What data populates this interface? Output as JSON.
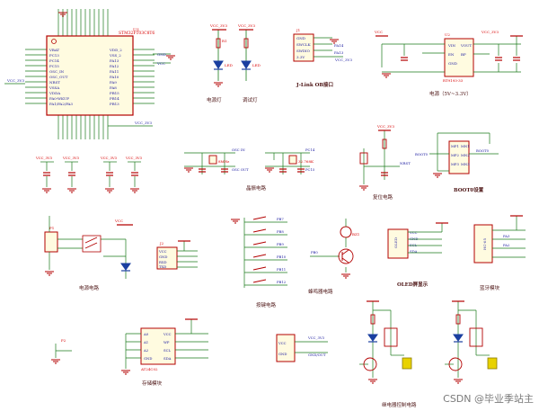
{
  "labels": {
    "power_led": "电源灯",
    "debug_led": "调试灯",
    "jlink": "J-Link OB接口",
    "supply": "电源（5V~3.3V）",
    "crystal": "晶振电路",
    "reset": "复位电路",
    "boot": "BOOT0设置",
    "power_circuit": "电源电路",
    "keys": "按键电路",
    "buzzer": "蜂鸣器电路",
    "oled": "OLED屏显示",
    "bluetooth": "蓝牙模块",
    "storage": "存储模块",
    "relay": "继电器控制电路",
    "watermark": "CSDN @毕业季站主"
  },
  "parts": {
    "mcu_ref": "U1",
    "mcu_name": "STM32F103C8T6",
    "vcc": "VCC_3V3",
    "gnd": "GND",
    "regulator": "RT9193-33",
    "eeprom": "AT24C02",
    "xtal_hse": "8MHz",
    "xtal_lse": "32.768K",
    "oled_part": "OLED",
    "bt_part": "HC-05",
    "buzzer_part": "BZ1"
  },
  "colors": {
    "wire": "#1a7a1a",
    "component": "#b30000",
    "pin_text": "#1a1aa0",
    "caption": "#4b1212",
    "terminal": "#e8d200"
  }
}
